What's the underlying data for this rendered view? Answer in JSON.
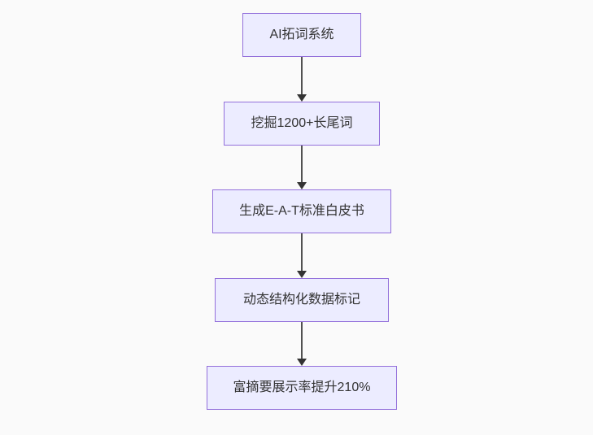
{
  "diagram": {
    "type": "flowchart",
    "direction": "top-down",
    "colors": {
      "background": "#fafafa",
      "node_fill": "#ECECFF",
      "node_border": "#9370DB",
      "text": "#333333",
      "arrow": "#333333"
    },
    "nodes": [
      {
        "label": "AI拓词系统"
      },
      {
        "label": "挖掘1200+长尾词"
      },
      {
        "label": "生成E-A-T标准白皮书"
      },
      {
        "label": "动态结构化数据标记"
      },
      {
        "label": "富摘要展示率提升210%"
      }
    ],
    "edges": [
      {
        "from": 0,
        "to": 1
      },
      {
        "from": 1,
        "to": 2
      },
      {
        "from": 2,
        "to": 3
      },
      {
        "from": 3,
        "to": 4
      }
    ]
  }
}
